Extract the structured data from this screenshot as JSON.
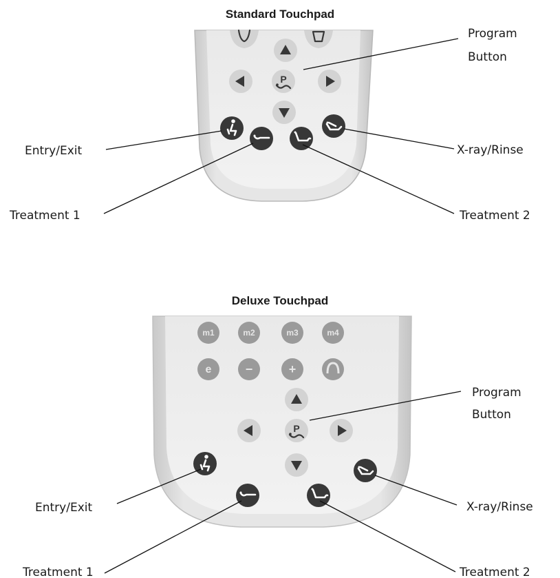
{
  "standard": {
    "title": "Standard Touchpad",
    "labels": {
      "program": [
        "Program",
        "Button"
      ],
      "entry_exit": "Entry/Exit",
      "xray_rinse": "X-ray/Rinse",
      "treatment1": "Treatment 1",
      "treatment2": "Treatment 2"
    },
    "program_glyph": "P"
  },
  "deluxe": {
    "title": "Deluxe Touchpad",
    "memory_buttons": [
      "m1",
      "m2",
      "m3",
      "m4"
    ],
    "function_buttons": [
      "e",
      "−",
      "+"
    ],
    "labels": {
      "program": [
        "Program",
        "Button"
      ],
      "entry_exit": "Entry/Exit",
      "xray_rinse": "X-ray/Rinse",
      "treatment1": "Treatment 1",
      "treatment2": "Treatment 2"
    },
    "program_glyph": "P"
  },
  "colors": {
    "pad_body": "#e4e4e4",
    "pad_face": "#ececec",
    "dark_button": "#383838",
    "light_button": "#d3d3d3",
    "gray_button": "#9a9a9a"
  }
}
